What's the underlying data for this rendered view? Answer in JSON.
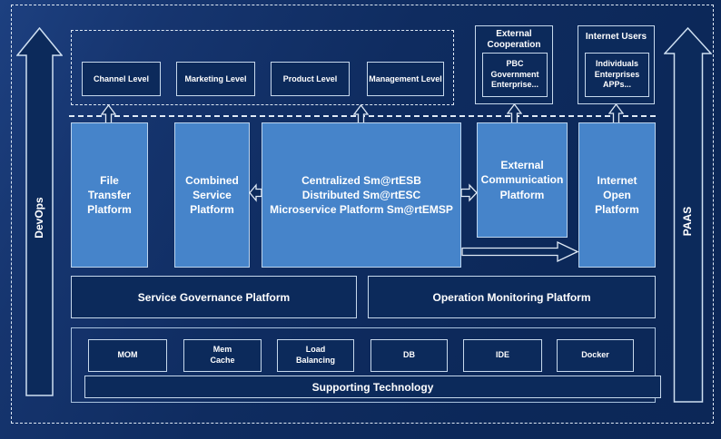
{
  "colors": {
    "background": "#0d2a5c",
    "panel_blue": "#4684ca",
    "border_light": "#c6d8ec",
    "dash_light": "#dfe9f5",
    "text": "#ffffff"
  },
  "side_rails": {
    "left_label": "DevOps",
    "right_label": "PAAS"
  },
  "levels_row": {
    "items": [
      {
        "label": "Channel Level"
      },
      {
        "label": "Marketing Level"
      },
      {
        "label": "Product Level"
      },
      {
        "label": "Management Level"
      }
    ]
  },
  "external_cooperation": {
    "title": "External\nCooperation",
    "members": "PBC Government\nEnterprise..."
  },
  "internet_users": {
    "title": "Internet Users",
    "members": "Individuals\nEnterprises\nAPPs..."
  },
  "platform_row": {
    "file_transfer": "File\nTransfer\nPlatform",
    "combined_service": "Combined\nService\nPlatform",
    "esb_core": "Centralized Sm@rtESB\nDistributed Sm@rtESC\nMicroservice Platform Sm@rtEMSP",
    "external_communication": "External\nCommunication\nPlatform",
    "internet_open": "Internet\nOpen\nPlatform"
  },
  "governance_row": {
    "service_governance": "Service Governance Platform",
    "operation_monitoring": "Operation Monitoring Platform"
  },
  "supporting": {
    "technologies": [
      {
        "label": "MOM"
      },
      {
        "label": "Mem\nCache"
      },
      {
        "label": "Load\nBalancing"
      },
      {
        "label": "DB"
      },
      {
        "label": "IDE"
      },
      {
        "label": "Docker"
      }
    ],
    "bar_label": "Supporting Technology"
  }
}
